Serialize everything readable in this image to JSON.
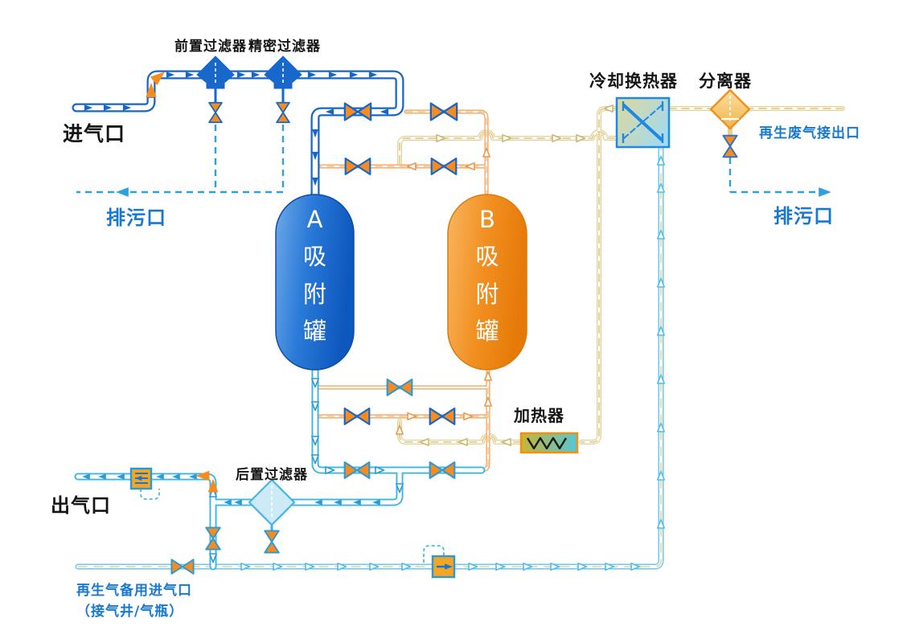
{
  "diagram": {
    "labels": {
      "inlet": "进气口",
      "drain_left": "排污口",
      "pre_filter": "前置过滤器",
      "fine_filter": "精密过滤器",
      "cooler": "冷却换热器",
      "separator": "分离器",
      "regen_exhaust_outlet": "再生废气接出口",
      "drain_right": "排污口",
      "heater": "加热器",
      "post_filter": "后置过滤器",
      "outlet": "出气口",
      "regen_backup_inlet_line1": "再生气备用进气口",
      "regen_backup_inlet_line2": "（接气井/气瓶）",
      "tank_a": "A\n吸\n附\n罐",
      "tank_b": "B\n吸\n附\n罐"
    },
    "colors": {
      "main_pipe_blue": "#1666c9",
      "product_cyan": "#38b6e6",
      "backup_cyan": "#6cc9e9",
      "regen_tan": "#e2d094",
      "regen_orange": "#ef9d4f",
      "valve_orange": "#f68b1f",
      "label_blue": "#1778d2",
      "tank_a_fill": "#1f6fd0",
      "tank_b_fill": "#f08c1a",
      "heater_border": "#f29111",
      "hx_border": "#1e88e5"
    }
  }
}
